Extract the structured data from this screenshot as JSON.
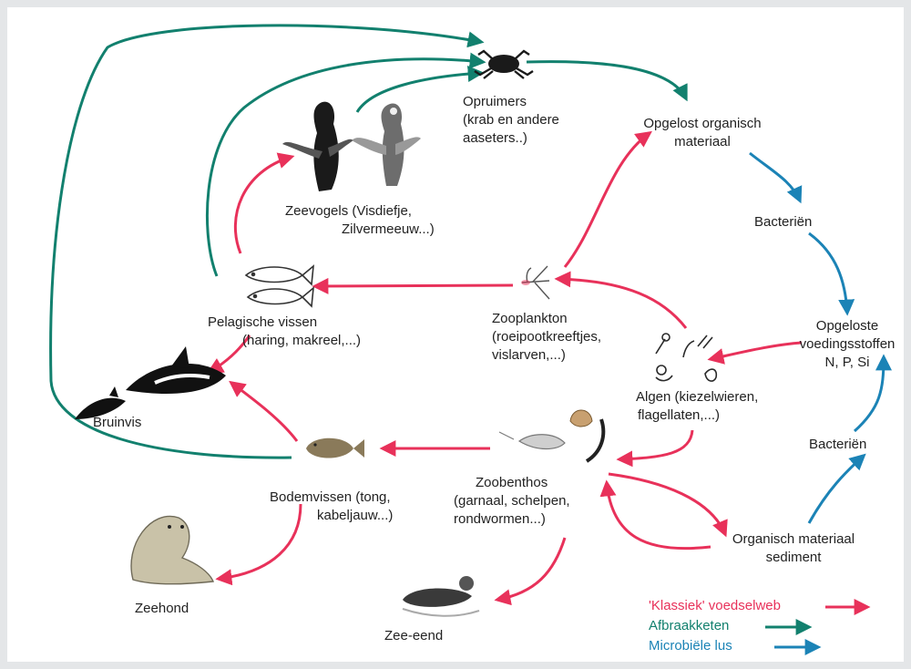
{
  "colors": {
    "classic": "#e8315a",
    "decay": "#12806e",
    "microbial": "#1b83b6"
  },
  "nodes": {
    "opruimers": [
      "Opruimers",
      "(krab en andere",
      "aaseters..)"
    ],
    "opgelost": [
      "Opgelost organisch",
      "materiaal"
    ],
    "bacterien_top": [
      "Bacteriën"
    ],
    "opgeloste_voeding": [
      "Opgeloste",
      "voedingsstoffen",
      "N, P, Si"
    ],
    "bacterien_bottom": [
      "Bacteriën"
    ],
    "organisch_sediment": [
      "Organisch materiaal",
      "sediment"
    ],
    "zeevogels": [
      "Zeevogels (Visdiefje,",
      "Zilvermeeuw...)"
    ],
    "pelagische": [
      "Pelagische vissen",
      "(haring, makreel,...)"
    ],
    "zooplankton": [
      "Zooplankton",
      "(roeipootkreeftjes,",
      "vislarven,...)"
    ],
    "algen": [
      "Algen (kiezelwieren,",
      "flagellaten,...)"
    ],
    "bruinvis": [
      "Bruinvis"
    ],
    "bodemvissen": [
      "Bodemvissen (tong,",
      "kabeljauw...)"
    ],
    "zoobenthos": [
      "Zoobenthos",
      "(garnaal, schelpen,",
      "rondwormen...)"
    ],
    "zeehond": [
      "Zeehond"
    ],
    "zee_eend": [
      "Zee-eend"
    ]
  },
  "legend": [
    {
      "label": "'Klassiek' voedselweb",
      "color_key": "classic"
    },
    {
      "label": "Afbraakketen",
      "color_key": "decay"
    },
    {
      "label": "Microbiële lus",
      "color_key": "microbial"
    }
  ],
  "icons": [
    "crab-icon",
    "seabird-dark-icon",
    "seabird-gull-icon",
    "pelagic-fish-icon",
    "zooplankton-icon",
    "algae-icon",
    "porpoise-icon",
    "flatfish-icon",
    "shrimp-shell-worm-icon",
    "seal-icon",
    "duck-icon"
  ]
}
